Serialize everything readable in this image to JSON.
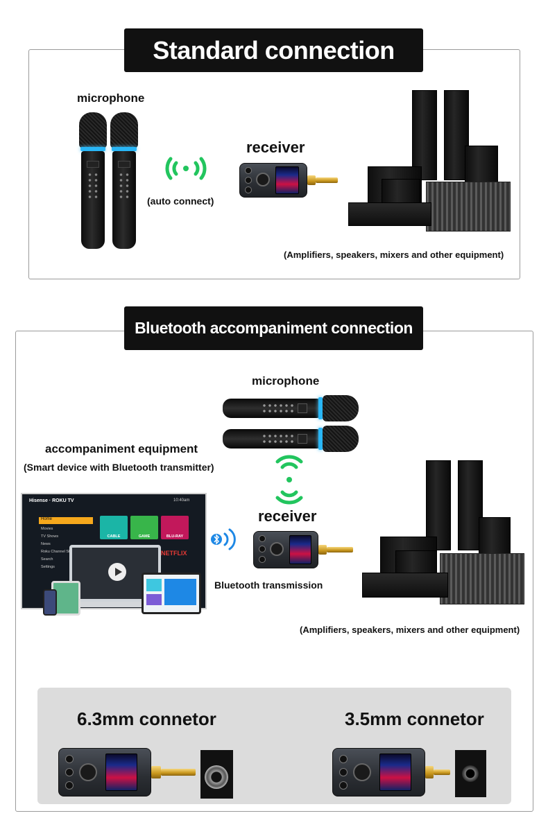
{
  "section1": {
    "title": "Standard connection",
    "microphone_label": "microphone",
    "auto_connect_label": "(auto connect)",
    "receiver_label": "receiver",
    "equipment_label": "(Amplifiers, speakers, mixers and other equipment)"
  },
  "section2": {
    "title": "Bluetooth accompaniment connection",
    "microphone_label": "microphone",
    "accompaniment_title": "accompaniment equipment",
    "accompaniment_sub": "(Smart device with Bluetooth transmitter)",
    "receiver_label": "receiver",
    "bluetooth_label": "Bluetooth transmission",
    "equipment_label": "(Amplifiers, speakers, mixers and other equipment)",
    "tv": {
      "brand": "Hisense · ROKU TV",
      "time": "10:40am",
      "menu": [
        "Home",
        "Movies",
        "TV Shows",
        "News",
        "Roku Channel Store",
        "Search",
        "Settings"
      ],
      "tiles": [
        "CABLE",
        "GAME",
        "BLU-RAY",
        "NETFLIX"
      ]
    }
  },
  "connectors": {
    "left_label": "6.3mm connetor",
    "right_label": "3.5mm connetor"
  },
  "colors": {
    "banner_bg": "#111111",
    "wave_green": "#22c55e",
    "bluetooth_blue": "#1e88e5",
    "mic_ring": "#29b6f6"
  }
}
